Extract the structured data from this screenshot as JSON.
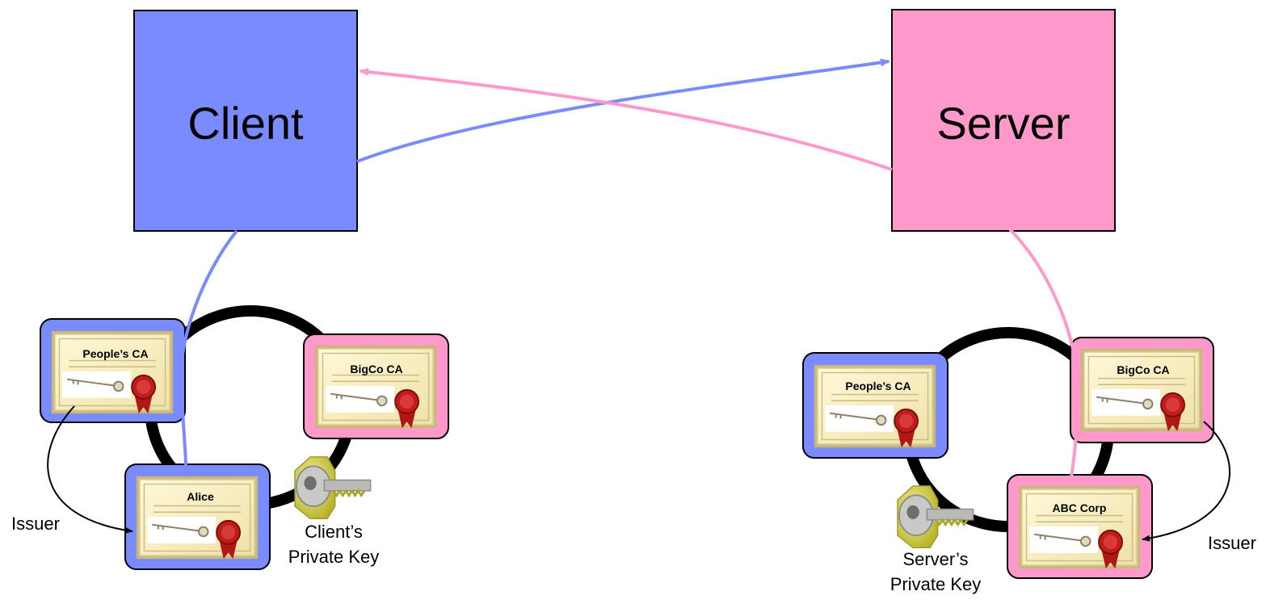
{
  "client": {
    "label": "Client",
    "color": "#7a8bff"
  },
  "server": {
    "label": "Server",
    "color": "#ff99cc"
  },
  "client_side": {
    "certs": {
      "peoples_ca": "People’s CA",
      "bigco_ca": "BigCo CA",
      "leaf": "Alice"
    },
    "key_label_line1": "Client’s",
    "key_label_line2": "Private Key",
    "issuer_label": "Issuer"
  },
  "server_side": {
    "certs": {
      "peoples_ca": "People’s CA",
      "bigco_ca": "BigCo CA",
      "leaf": "ABC Corp"
    },
    "key_label_line1": "Server’s",
    "key_label_line2": "Private Key",
    "issuer_label": "Issuer"
  }
}
